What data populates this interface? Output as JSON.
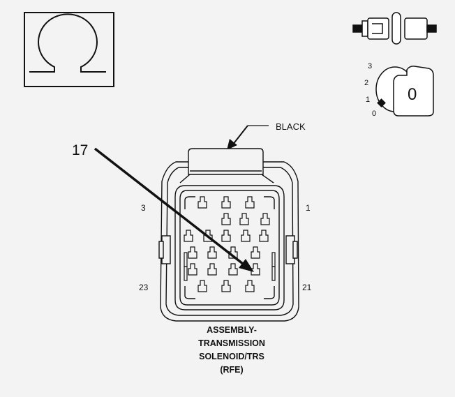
{
  "symbols": {
    "ohm_box": {
      "icon": "ohm-icon"
    },
    "connector_side_view": {
      "icon": "connector-side-icon"
    },
    "ignition": {
      "icon": "ignition-key-icon",
      "positions": [
        "3",
        "2",
        "1",
        "0"
      ],
      "key_label": "0"
    }
  },
  "connector": {
    "color_callout": "BLACK",
    "pin_callout": "17",
    "corner_labels": {
      "top_left": "3",
      "top_right": "1",
      "bottom_left": "23",
      "bottom_right": "21"
    },
    "caption_lines": [
      "ASSEMBLY-",
      "TRANSMISSION",
      "SOLENOID/TRS",
      "(RFE)"
    ]
  }
}
